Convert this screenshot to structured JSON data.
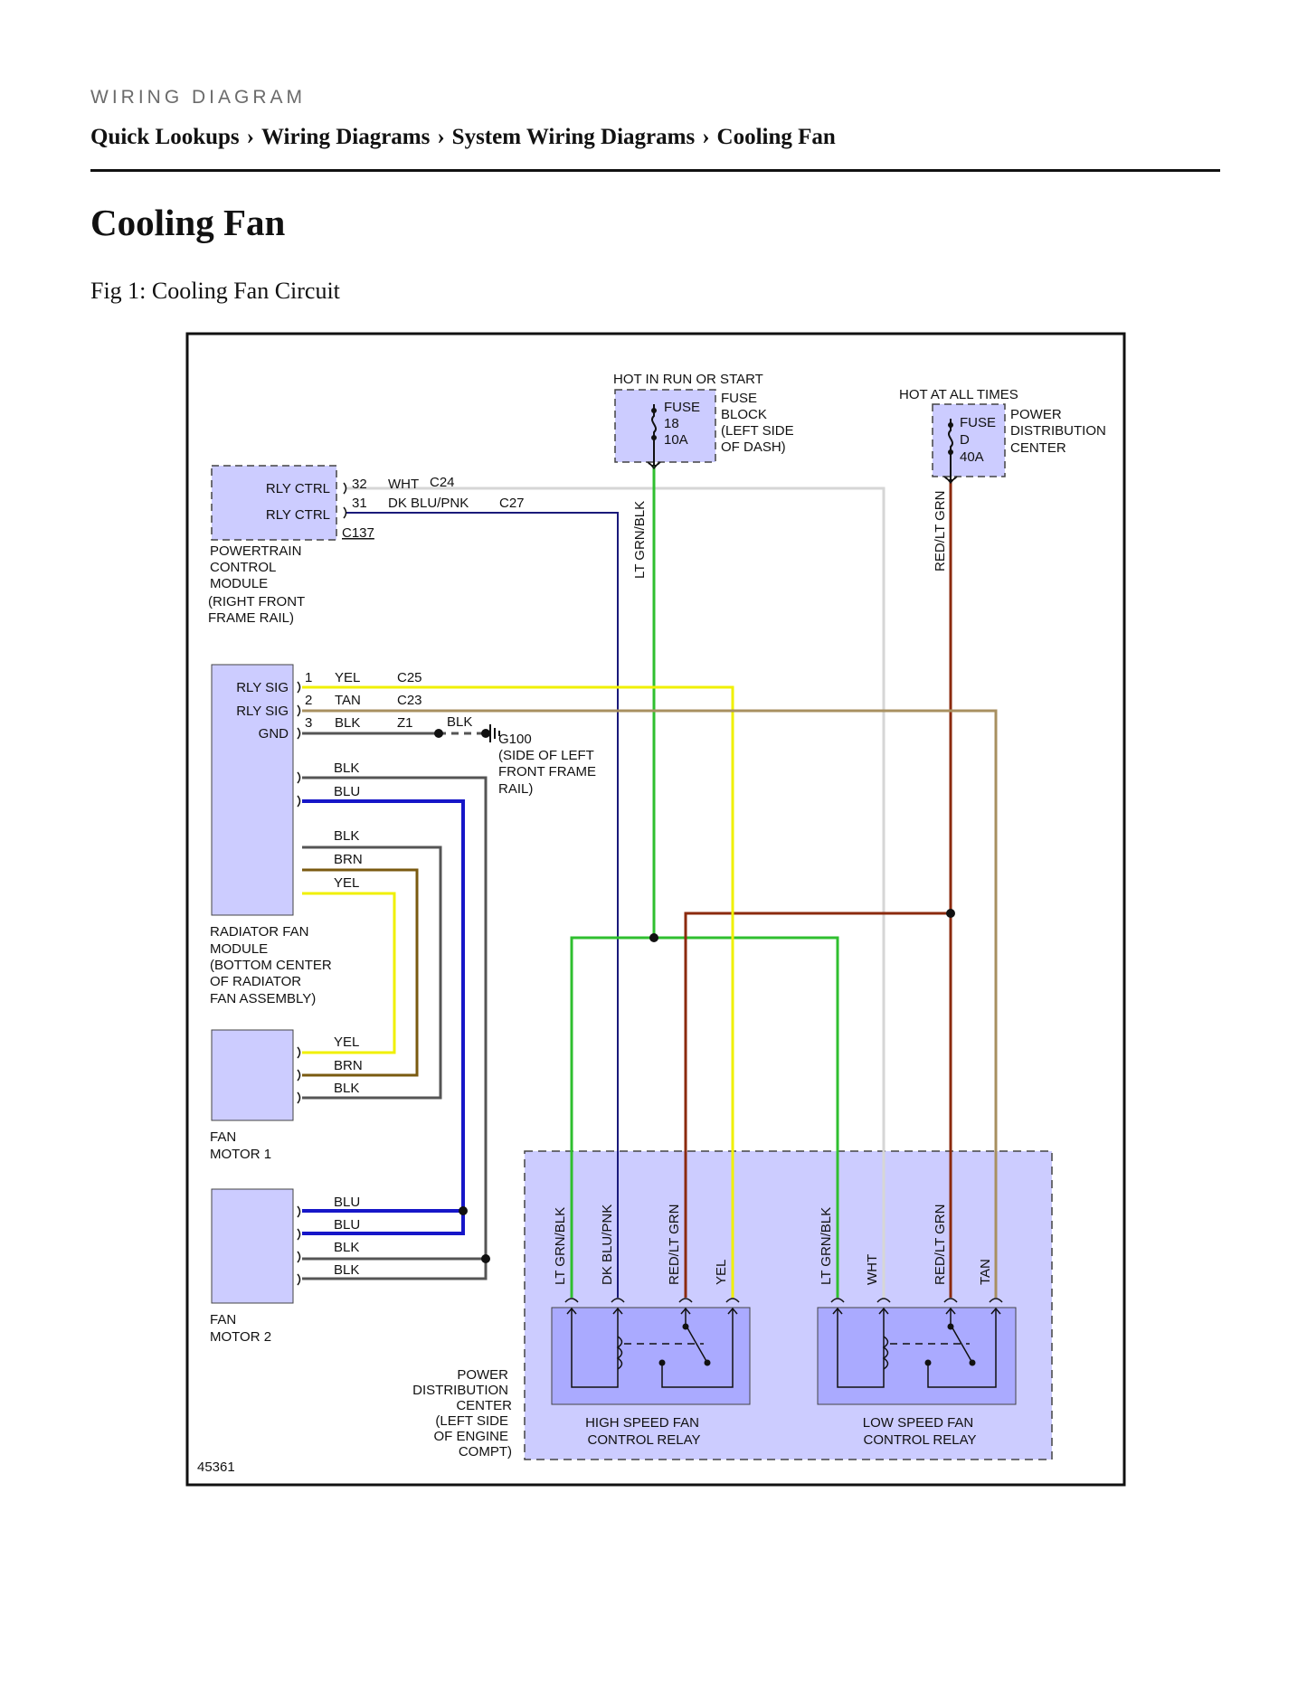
{
  "header": {
    "kicker": "WIRING DIAGRAM",
    "breadcrumb": [
      "Quick Lookups",
      "Wiring Diagrams",
      "System Wiring Diagrams",
      "Cooling Fan"
    ],
    "separator": "›"
  },
  "page": {
    "title": "Cooling Fan",
    "figure_caption": "Fig 1: Cooling Fan Circuit"
  },
  "diagram": {
    "figure_number": "45361",
    "supplies": {
      "run_start": {
        "label": "HOT IN RUN OR START",
        "fuse": [
          "FUSE",
          "18",
          "10A"
        ],
        "location": [
          "FUSE",
          "BLOCK",
          "(LEFT SIDE",
          "OF DASH)"
        ]
      },
      "all_times": {
        "label": "HOT AT ALL TIMES",
        "fuse": [
          "FUSE",
          "D",
          "40A"
        ],
        "location": [
          "POWER",
          "DISTRIBUTION",
          "CENTER"
        ]
      }
    },
    "pcm": {
      "pins": [
        "RLY CTRL",
        "RLY CTRL"
      ],
      "connector": "C137",
      "name": [
        "POWERTRAIN",
        "CONTROL",
        "MODULE"
      ],
      "location": [
        "(RIGHT FRONT",
        "FRAME RAIL)"
      ],
      "circuits": [
        {
          "pin": "32",
          "color": "WHT",
          "splice": "C24"
        },
        {
          "pin": "31",
          "color": "DK BLU/PNK",
          "splice": "C27"
        }
      ]
    },
    "rfm": {
      "pins": [
        "RLY SIG",
        "RLY SIG",
        "GND"
      ],
      "name": [
        "RADIATOR FAN",
        "MODULE",
        "(BOTTOM CENTER",
        "OF RADIATOR",
        "FAN ASSEMBLY)"
      ],
      "circuits": [
        {
          "pin": "1",
          "color": "YEL",
          "splice": "C25"
        },
        {
          "pin": "2",
          "color": "TAN",
          "splice": "C23"
        },
        {
          "pin": "3",
          "color": "BLK",
          "splice": "Z1"
        }
      ],
      "ground_wire": "BLK",
      "ground": [
        "G100",
        "(SIDE OF LEFT",
        "FRONT FRAME",
        "RAIL)"
      ],
      "outputs": [
        "BLK",
        "BLU",
        "BLK",
        "BRN",
        "YEL"
      ]
    },
    "motor1": {
      "name": [
        "FAN",
        "MOTOR 1"
      ],
      "wires": [
        "YEL",
        "BRN",
        "BLK"
      ]
    },
    "motor2": {
      "name": [
        "FAN",
        "MOTOR 2"
      ],
      "wires": [
        "BLU",
        "BLU",
        "BLK",
        "BLK"
      ]
    },
    "pdc": {
      "name": [
        "POWER",
        "DISTRIBUTION",
        "CENTER",
        "(LEFT SIDE",
        "OF ENGINE",
        "COMPT)"
      ],
      "high_relay": {
        "name": [
          "HIGH SPEED FAN",
          "CONTROL RELAY"
        ],
        "wires": [
          "LT GRN/BLK",
          "DK BLU/PNK",
          "RED/LT GRN",
          "YEL"
        ]
      },
      "low_relay": {
        "name": [
          "LOW SPEED FAN",
          "CONTROL RELAY"
        ],
        "wires": [
          "LT GRN/BLK",
          "WHT",
          "RED/LT GRN",
          "TAN"
        ]
      }
    },
    "vertical_labels": {
      "fuse18_feed": "LT GRN/BLK",
      "fused_feed": "RED/LT GRN"
    },
    "wire_colors": {
      "WHT": "#d6d6d6",
      "DK BLU/PNK": "#1a1a7a",
      "LT GRN/BLK": "#2fbf2f",
      "RED/LT GRN": "#8b2a0e",
      "YEL": "#f0f000",
      "TAN": "#a89060",
      "BLK": "#555555",
      "BLU": "#1616c8",
      "BRN": "#7a5a10"
    },
    "component_fill": "#ccccff",
    "relay_fill": "#aaaaff"
  }
}
